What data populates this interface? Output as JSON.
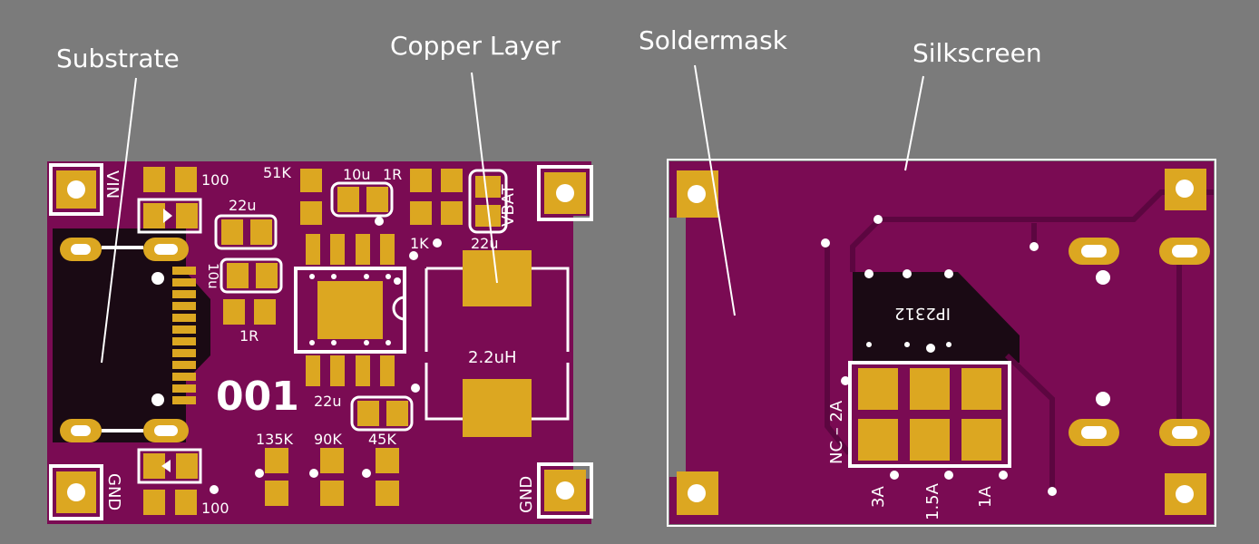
{
  "colors": {
    "background": "#7b7b7b",
    "mask": "#7a0b53",
    "substrate": "#1a0a14",
    "copper": "#dca721",
    "silkscreen": "#ffffff",
    "pad_ring": "#b07c0c"
  },
  "callouts": {
    "substrate": "Substrate",
    "copper": "Copper Layer",
    "soldermask": "Soldermask",
    "silkscreen": "Silkscreen"
  },
  "front": {
    "board_id": "001",
    "vin": "VIN",
    "vbat": "VBAT",
    "gnd_left": "GND",
    "gnd_right": "GND",
    "r100_top": "100",
    "r100_bottom": "100",
    "r51k": "51K",
    "c10u_top": "10u",
    "r1r_top": "1R",
    "r1k": "1K",
    "c22u_inductor": "22u",
    "c22u_left": "22u",
    "c10u_left": "10u",
    "r1r_left": "1R",
    "inductor": "2.2uH",
    "c22u_bottom": "22u",
    "r135k": "135K",
    "r90k": "90K",
    "r45k": "45K"
  },
  "back": {
    "chip": "IP2312",
    "current_header": "NC – 2A",
    "opt_3a": "3A",
    "opt_1_5a": "1.5A",
    "opt_1a": "1A"
  }
}
